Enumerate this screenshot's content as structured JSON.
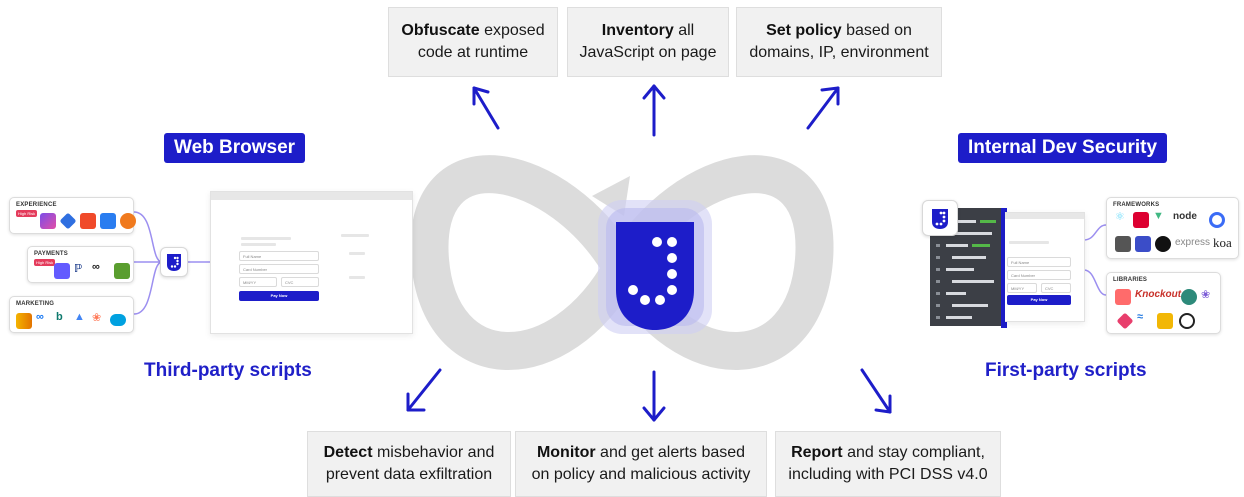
{
  "top_boxes": [
    {
      "bold": "Obfuscate",
      "rest1": " exposed",
      "line2": "code at runtime"
    },
    {
      "bold": "Inventory",
      "rest1": " all",
      "line2": "JavaScript on page"
    },
    {
      "bold": "Set policy",
      "rest1": " based on",
      "line2": "domains, IP, environment"
    }
  ],
  "bottom_boxes": [
    {
      "bold": "Detect",
      "rest1": " misbehavior and",
      "line2": "prevent data exfiltration"
    },
    {
      "bold": "Monitor",
      "rest1": " and get alerts based",
      "line2": "on policy and malicious activity"
    },
    {
      "bold": "Report",
      "rest1": " and stay compliant,",
      "line2": "including with PCI DSS v4.0"
    }
  ],
  "left": {
    "title": "Web Browser",
    "subtitle": "Third-party scripts",
    "cards": [
      {
        "label": "EXPERIENCE",
        "badge": "High Risk"
      },
      {
        "label": "PAYMENTS",
        "badge": "High Risk"
      },
      {
        "label": "MARKETING",
        "badge": ""
      }
    ],
    "form": {
      "full_name": "Full Name",
      "card_number": "Card Number",
      "expiry": "MM/YY",
      "cvc": "CVC",
      "pay": "Pay Now"
    }
  },
  "right": {
    "title": "Internal Dev Security",
    "subtitle": "First-party scripts",
    "cards": [
      {
        "label": "FRAMEWORKS",
        "logos": [
          "node",
          "express",
          "koa"
        ]
      },
      {
        "label": "LIBRARIES",
        "logos": [
          "Knockout."
        ]
      }
    ],
    "form": {
      "full_name": "Full Name",
      "card_number": "Card Number",
      "expiry": "MM/YY",
      "cvc": "CVC",
      "pay": "Pay Now"
    }
  },
  "colors": {
    "brand_blue": "#1d1dc9",
    "infinity_grey": "#dcdcdc",
    "box_grey": "#f1f1f1"
  }
}
